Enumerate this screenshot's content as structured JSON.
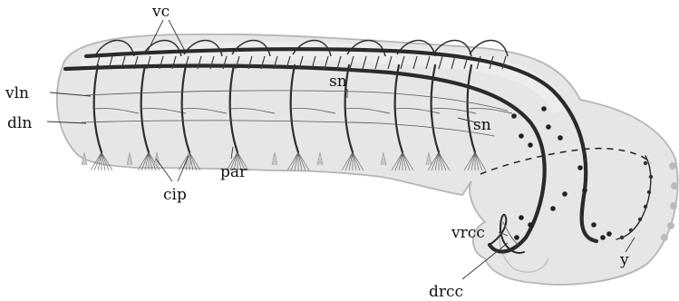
{
  "labels": {
    "vc": "vc",
    "vln": "vln",
    "dln": "dln",
    "sn_top": "sn",
    "sn_right": "sn",
    "par": "par",
    "cip": "cip",
    "vrcc": "vrcc",
    "drcc": "drcc",
    "y": "y"
  }
}
